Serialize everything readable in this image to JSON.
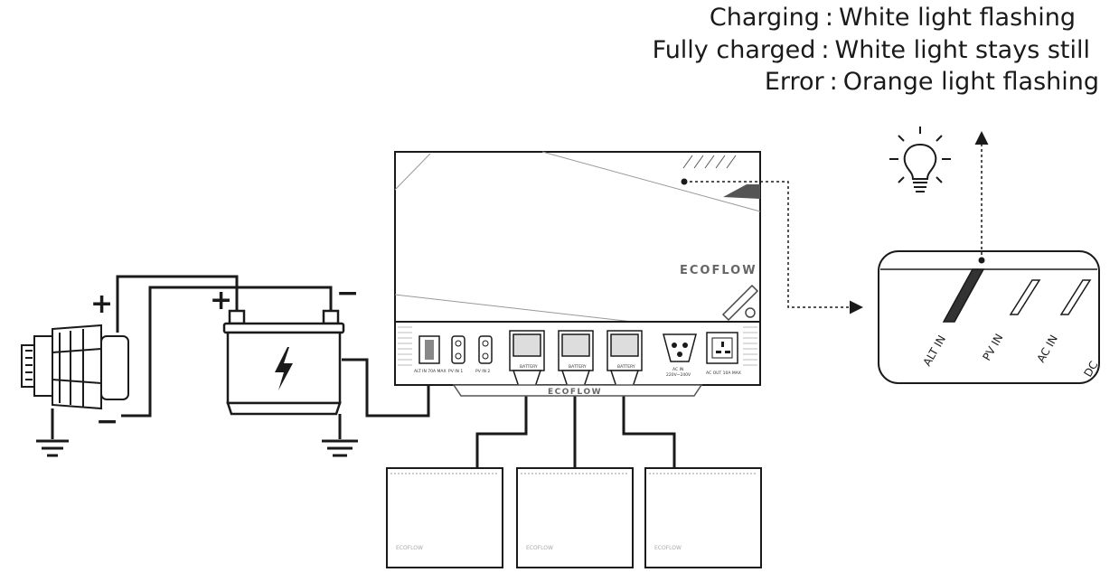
{
  "legend": [
    {
      "state": "Charging",
      "description": "White light flashing"
    },
    {
      "state": "Fully charged",
      "description": "White light stays still"
    },
    {
      "state": "Error",
      "description": "Orange light flashing"
    }
  ],
  "legend_separator": ":",
  "device": {
    "brand_logo": "ECOFLOW",
    "port_labels": [
      "ALT IN",
      "PV IN",
      "AC IN",
      "DC"
    ],
    "port_print": {
      "alt": "ALT IN  70A MAX",
      "pv1": "PV IN 1",
      "pv2": "PV IN 2",
      "battery": "BATTERY",
      "ac_in": "AC IN",
      "ac_in_voltage": "220V~240V",
      "ac_out": "AC OUT 10A MAX"
    }
  },
  "terminals": {
    "plus": "+",
    "minus": "−"
  },
  "battery_logo": "ECOFLOW",
  "colors": {
    "line": "#1a1a1a",
    "device_fill": "#ffffff",
    "led_active": "#333333"
  }
}
